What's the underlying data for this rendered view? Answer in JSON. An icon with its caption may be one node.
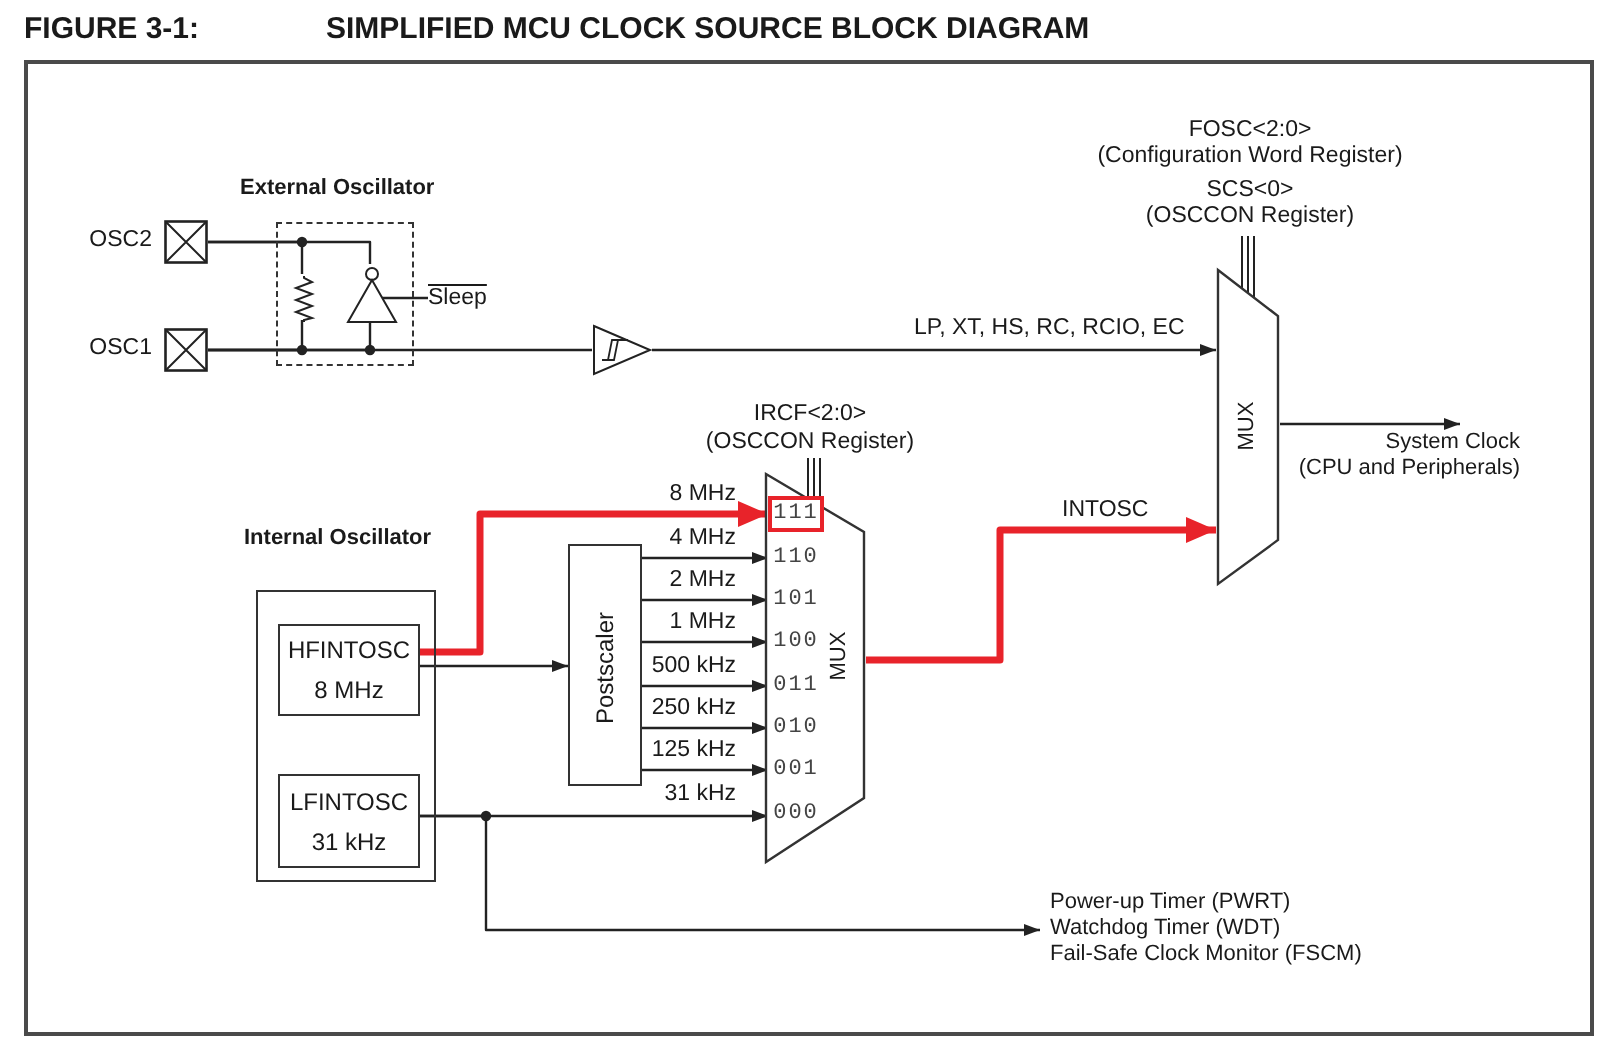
{
  "diagram": {
    "title": "SIMPLIFIED MCU CLOCK SOURCE BLOCK DIAGRAM",
    "nodes": [
      {
        "text": [],
        "shape": "box",
        "beside": [
          "OSC2"
        ]
      },
      {
        "text": [],
        "shape": "box",
        "beside": [
          "OSC1"
        ]
      },
      {
        "text": [],
        "shape": "box",
        "beside": [
          "External Oscillator"
        ]
      },
      {
        "text": [],
        "shape": "resistor",
        "in": 2
      },
      {
        "text": [],
        "shape": "triangle",
        "in": 2
      },
      {
        "text": [
          "Sleep"
        ]
      },
      {
        "text": [],
        "shape": "triangle"
      },
      {
        "text": [
          "MUX"
        ],
        "beside": [
          "FOSC<2:0>",
          "(Configuration Word Register)",
          "SCS<0>",
          "(OSCCON Register)"
        ]
      },
      {
        "text": [
          "System Clock",
          "(CPU and Peripherals)"
        ]
      },
      {
        "text": [],
        "shape": "box",
        "beside": [
          "Internal Oscillator"
        ]
      },
      {
        "text": [
          "HFINTOSC",
          "8 MHz"
        ],
        "in": 9
      },
      {
        "text": [
          "LFINTOSC",
          "31 kHz"
        ],
        "in": 9
      },
      {
        "text": [
          "Postscaler"
        ]
      },
      {
        "text": [
          "MUX"
        ],
        "beside": [
          "IRCF<2:0>",
          "(OSCCON Register)"
        ]
      },
      {
        "text": [
          "111"
        ],
        "in": 13
      },
      {
        "text": [
          "110"
        ],
        "in": 13
      },
      {
        "text": [
          "101"
        ],
        "in": 13
      },
      {
        "text": [
          "100"
        ],
        "in": 13
      },
      {
        "text": [
          "011"
        ],
        "in": 13
      },
      {
        "text": [
          "010"
        ],
        "in": 13
      },
      {
        "text": [
          "001"
        ],
        "in": 13
      },
      {
        "text": [
          "000"
        ],
        "in": 13
      },
      {
        "text": [
          "Power-up Timer (PWRT)",
          "Watchdog Timer (WDT)",
          "Fail-Safe Clock Monitor (FSCM)"
        ]
      }
    ],
    "edges": [
      {
        "from": 0,
        "to": 3,
        "arrow": "none"
      },
      {
        "from": 0,
        "to": 4,
        "arrow": "none"
      },
      {
        "from": 1,
        "to": 3,
        "arrow": "none"
      },
      {
        "from": 1,
        "to": 4,
        "arrow": "none"
      },
      {
        "from": 5,
        "to": 4,
        "arrow": "none"
      },
      {
        "from": 1,
        "to": 6,
        "arrow": "none"
      },
      {
        "from": 6,
        "to": 7,
        "arrow": "to",
        "label": "LP, XT, HS, RC, RCIO, EC"
      },
      {
        "from": 7,
        "to": 8,
        "arrow": "to"
      },
      {
        "from": 10,
        "to": 12,
        "arrow": "to"
      },
      {
        "from": 10,
        "to": 14,
        "arrow": "to",
        "label": "8 MHz",
        "style": "thick",
        "color": "#e8232a"
      },
      {
        "from": 12,
        "to": 15,
        "arrow": "to",
        "label": "4 MHz"
      },
      {
        "from": 12,
        "to": 16,
        "arrow": "to",
        "label": "2 MHz"
      },
      {
        "from": 12,
        "to": 17,
        "arrow": "to",
        "label": "1 MHz"
      },
      {
        "from": 12,
        "to": 18,
        "arrow": "to",
        "label": "500 kHz"
      },
      {
        "from": 12,
        "to": 19,
        "arrow": "to",
        "label": "250 kHz"
      },
      {
        "from": 12,
        "to": 20,
        "arrow": "to",
        "label": "125 kHz"
      },
      {
        "from": 11,
        "to": 21,
        "arrow": "to",
        "label": "31 kHz"
      },
      {
        "from": 11,
        "to": 22,
        "arrow": "to"
      },
      {
        "from": 13,
        "to": 7,
        "arrow": "to",
        "label": "INTOSC",
        "style": "thick",
        "color": "#e8232a"
      }
    ],
    "labels": [
      "FIGURE 3-1:"
    ]
  }
}
